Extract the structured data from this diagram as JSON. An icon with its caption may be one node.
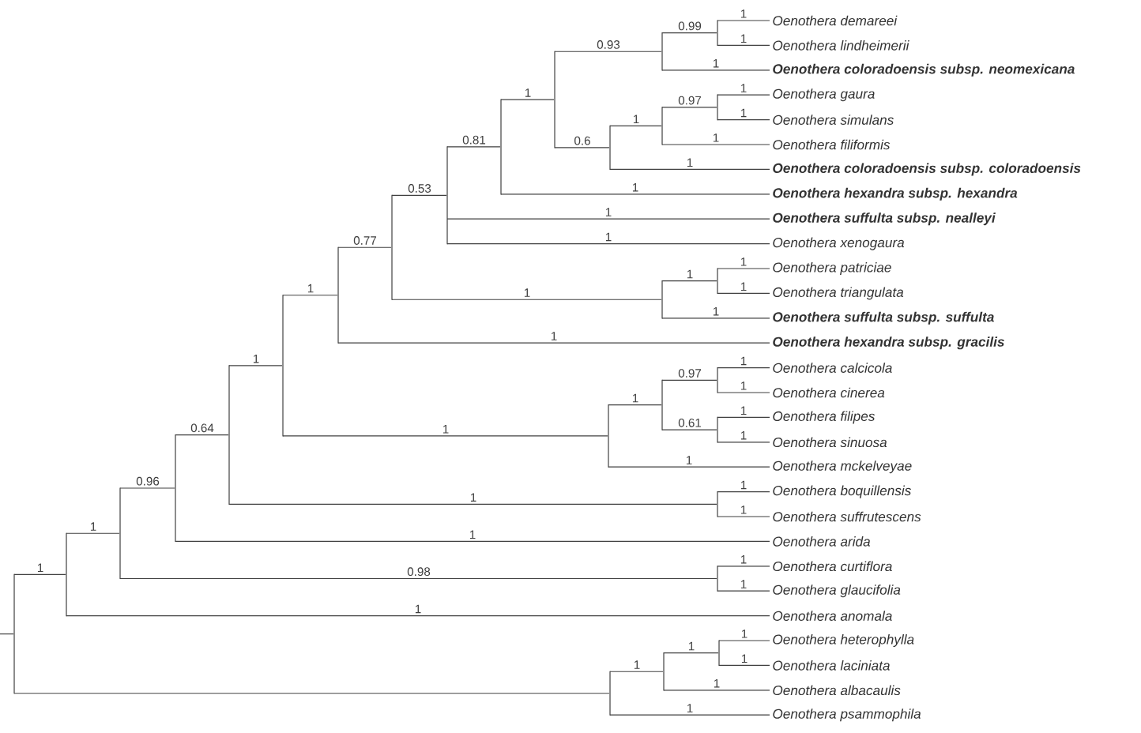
{
  "diagram": {
    "nodes": [
      {
        "text": [],
        "shape": "bar"
      },
      {
        "text": [],
        "shape": "bar"
      },
      {
        "text": [],
        "shape": "bar"
      },
      {
        "text": [],
        "shape": "bar"
      },
      {
        "text": [],
        "shape": "bar"
      },
      {
        "text": [],
        "shape": "bar"
      },
      {
        "text": [],
        "shape": "bar"
      },
      {
        "text": [],
        "shape": "bar"
      },
      {
        "text": [],
        "shape": "bar"
      },
      {
        "text": [],
        "shape": "bar"
      },
      {
        "text": [],
        "shape": "bar"
      },
      {
        "text": [],
        "shape": "bar"
      },
      {
        "text": [],
        "shape": "bar"
      },
      {
        "text": [
          "Oenothera demareei"
        ]
      },
      {
        "text": [
          "Oenothera lindheimerii"
        ]
      },
      {
        "text": [
          "**Oenothera coloradoensis subsp. neomexicana**"
        ]
      },
      {
        "text": [],
        "shape": "bar"
      },
      {
        "text": [],
        "shape": "bar"
      },
      {
        "text": [],
        "shape": "bar"
      },
      {
        "text": [
          "Oenothera gaura"
        ]
      },
      {
        "text": [
          "Oenothera simulans"
        ]
      },
      {
        "text": [
          "Oenothera filiformis"
        ]
      },
      {
        "text": [
          "**Oenothera coloradoensis subsp. coloradoensis**"
        ]
      },
      {
        "text": [
          "**Oenothera hexandra subsp. hexandra**"
        ]
      },
      {
        "text": [
          "**Oenothera suffulta subsp. nealleyi**"
        ]
      },
      {
        "text": [
          "Oenothera xenogaura"
        ]
      },
      {
        "text": [],
        "shape": "bar"
      },
      {
        "text": [],
        "shape": "bar"
      },
      {
        "text": [
          "Oenothera patriciae"
        ]
      },
      {
        "text": [
          "Oenothera triangulata"
        ]
      },
      {
        "text": [
          "**Oenothera suffulta subsp. suffulta**"
        ]
      },
      {
        "text": [
          "**Oenothera hexandra subsp. gracilis**"
        ]
      },
      {
        "text": [],
        "shape": "bar"
      },
      {
        "text": [],
        "shape": "bar"
      },
      {
        "text": [],
        "shape": "bar"
      },
      {
        "text": [
          "Oenothera calcicola"
        ]
      },
      {
        "text": [
          "Oenothera cinerea"
        ]
      },
      {
        "text": [],
        "shape": "bar"
      },
      {
        "text": [
          "Oenothera filipes"
        ]
      },
      {
        "text": [
          "Oenothera sinuosa"
        ]
      },
      {
        "text": [
          "Oenothera mckelveyae"
        ]
      },
      {
        "text": [],
        "shape": "bar"
      },
      {
        "text": [
          "Oenothera boquillensis"
        ]
      },
      {
        "text": [
          "Oenothera suffrutescens"
        ]
      },
      {
        "text": [
          "Oenothera arida"
        ]
      },
      {
        "text": [],
        "shape": "bar"
      },
      {
        "text": [
          "Oenothera curtiflora"
        ]
      },
      {
        "text": [
          "Oenothera glaucifolia"
        ]
      },
      {
        "text": [
          "Oenothera anomala"
        ]
      },
      {
        "text": [],
        "shape": "bar"
      },
      {
        "text": [],
        "shape": "bar"
      },
      {
        "text": [],
        "shape": "bar"
      },
      {
        "text": [
          "Oenothera heterophylla"
        ]
      },
      {
        "text": [
          "Oenothera laciniata"
        ]
      },
      {
        "text": [
          "Oenothera albacaulis"
        ]
      },
      {
        "text": [
          "Oenothera psammophila"
        ]
      }
    ],
    "edges": [
      {
        "from": null,
        "to": 0,
        "arrow": "none"
      },
      {
        "from": 0,
        "to": 1,
        "arrow": "none",
        "label": "1"
      },
      {
        "from": 1,
        "to": 2,
        "arrow": "none",
        "label": "1"
      },
      {
        "from": 2,
        "to": 3,
        "arrow": "none",
        "label": "0.96"
      },
      {
        "from": 3,
        "to": 4,
        "arrow": "none",
        "label": "0.64"
      },
      {
        "from": 4,
        "to": 5,
        "arrow": "none",
        "label": "1"
      },
      {
        "from": 5,
        "to": 6,
        "arrow": "none",
        "label": "1"
      },
      {
        "from": 6,
        "to": 7,
        "arrow": "none",
        "label": "0.77"
      },
      {
        "from": 7,
        "to": 8,
        "arrow": "none",
        "label": "0.53"
      },
      {
        "from": 8,
        "to": 9,
        "arrow": "none",
        "label": "0.81"
      },
      {
        "from": 9,
        "to": 10,
        "arrow": "none",
        "label": "1"
      },
      {
        "from": 10,
        "to": 11,
        "arrow": "none",
        "label": "0.93"
      },
      {
        "from": 11,
        "to": 12,
        "arrow": "none",
        "label": "0.99"
      },
      {
        "from": 12,
        "to": 13,
        "arrow": "none",
        "label": "1"
      },
      {
        "from": 12,
        "to": 14,
        "arrow": "none",
        "label": "1"
      },
      {
        "from": 11,
        "to": 15,
        "arrow": "none",
        "label": "1"
      },
      {
        "from": 10,
        "to": 16,
        "arrow": "none",
        "label": "0.6"
      },
      {
        "from": 16,
        "to": 17,
        "arrow": "none",
        "label": "1"
      },
      {
        "from": 17,
        "to": 18,
        "arrow": "none",
        "label": "0.97"
      },
      {
        "from": 18,
        "to": 19,
        "arrow": "none",
        "label": "1"
      },
      {
        "from": 18,
        "to": 20,
        "arrow": "none",
        "label": "1"
      },
      {
        "from": 17,
        "to": 21,
        "arrow": "none",
        "label": "1"
      },
      {
        "from": 16,
        "to": 22,
        "arrow": "none",
        "label": "1"
      },
      {
        "from": 9,
        "to": 23,
        "arrow": "none",
        "label": "1"
      },
      {
        "from": 8,
        "to": 24,
        "arrow": "none",
        "label": "1"
      },
      {
        "from": 8,
        "to": 25,
        "arrow": "none",
        "label": "1"
      },
      {
        "from": 7,
        "to": 26,
        "arrow": "none",
        "label": "1"
      },
      {
        "from": 26,
        "to": 27,
        "arrow": "none",
        "label": "1"
      },
      {
        "from": 27,
        "to": 28,
        "arrow": "none",
        "label": "1"
      },
      {
        "from": 27,
        "to": 29,
        "arrow": "none",
        "label": "1"
      },
      {
        "from": 26,
        "to": 30,
        "arrow": "none",
        "label": "1"
      },
      {
        "from": 6,
        "to": 31,
        "arrow": "none",
        "label": "1"
      },
      {
        "from": 5,
        "to": 32,
        "arrow": "none",
        "label": "1"
      },
      {
        "from": 32,
        "to": 33,
        "arrow": "none",
        "label": "1"
      },
      {
        "from": 33,
        "to": 34,
        "arrow": "none",
        "label": "0.97"
      },
      {
        "from": 34,
        "to": 35,
        "arrow": "none",
        "label": "1"
      },
      {
        "from": 34,
        "to": 36,
        "arrow": "none",
        "label": "1"
      },
      {
        "from": 33,
        "to": 37,
        "arrow": "none",
        "label": "0.61"
      },
      {
        "from": 37,
        "to": 38,
        "arrow": "none",
        "label": "1"
      },
      {
        "from": 37,
        "to": 39,
        "arrow": "none",
        "label": "1"
      },
      {
        "from": 32,
        "to": 40,
        "arrow": "none",
        "label": "1"
      },
      {
        "from": 4,
        "to": 41,
        "arrow": "none",
        "label": "1"
      },
      {
        "from": 41,
        "to": 42,
        "arrow": "none",
        "label": "1"
      },
      {
        "from": 41,
        "to": 43,
        "arrow": "none",
        "label": "1"
      },
      {
        "from": 3,
        "to": 44,
        "arrow": "none",
        "label": "1"
      },
      {
        "from": 2,
        "to": 45,
        "arrow": "none",
        "label": "0.98"
      },
      {
        "from": 45,
        "to": 46,
        "arrow": "none",
        "label": "1"
      },
      {
        "from": 45,
        "to": 47,
        "arrow": "none",
        "label": "1"
      },
      {
        "from": 1,
        "to": 48,
        "arrow": "none",
        "label": "1"
      },
      {
        "from": 0,
        "to": 49,
        "arrow": "none"
      },
      {
        "from": 49,
        "to": 50,
        "arrow": "none",
        "label": "1"
      },
      {
        "from": 50,
        "to": 51,
        "arrow": "none",
        "label": "1"
      },
      {
        "from": 51,
        "to": 52,
        "arrow": "none",
        "label": "1"
      },
      {
        "from": 51,
        "to": 53,
        "arrow": "none",
        "label": "1"
      },
      {
        "from": 50,
        "to": 54,
        "arrow": "none",
        "label": "1"
      },
      {
        "from": 49,
        "to": 55,
        "arrow": "none",
        "label": "1"
      }
    ]
  }
}
